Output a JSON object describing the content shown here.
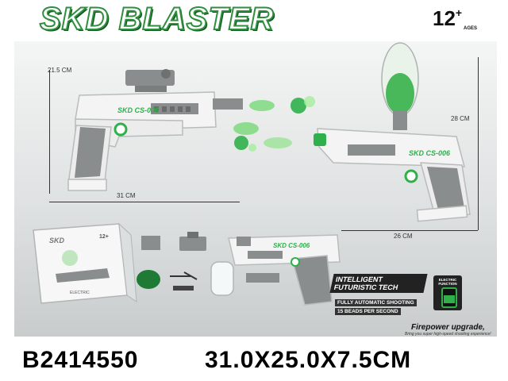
{
  "brand": {
    "title": "SKD BLASTER"
  },
  "age": {
    "number": "12",
    "plus": "+",
    "sub": "AGES"
  },
  "dimensions": {
    "main_length": "31 CM",
    "main_height": "21.5 CM",
    "side_length": "26 CM",
    "side_height": "28 CM"
  },
  "gun_marking": "SKD CS-006",
  "features": {
    "title": "INTELLIGENT FUTURISTIC TECH",
    "line1": "FULLY AUTOMATIC SHOOTING",
    "line2": "15 BEADS PER SECOND"
  },
  "electric": {
    "label": "ELECTRIC FUNCTION"
  },
  "slogan": {
    "main": "Firepower upgrade,",
    "sub": "Bring you super high-speed shooting experience!"
  },
  "box": {
    "logo": "SKD",
    "age": "12+",
    "side_text": "ELECTRIC"
  },
  "footer": {
    "item_code": "B2414550",
    "size": "31.0X25.0X7.5CM"
  },
  "colors": {
    "accent": "#2fb04a",
    "gun_body": "#f2f2f2",
    "gun_grip": "#8a8d8d",
    "dark": "#222222"
  }
}
